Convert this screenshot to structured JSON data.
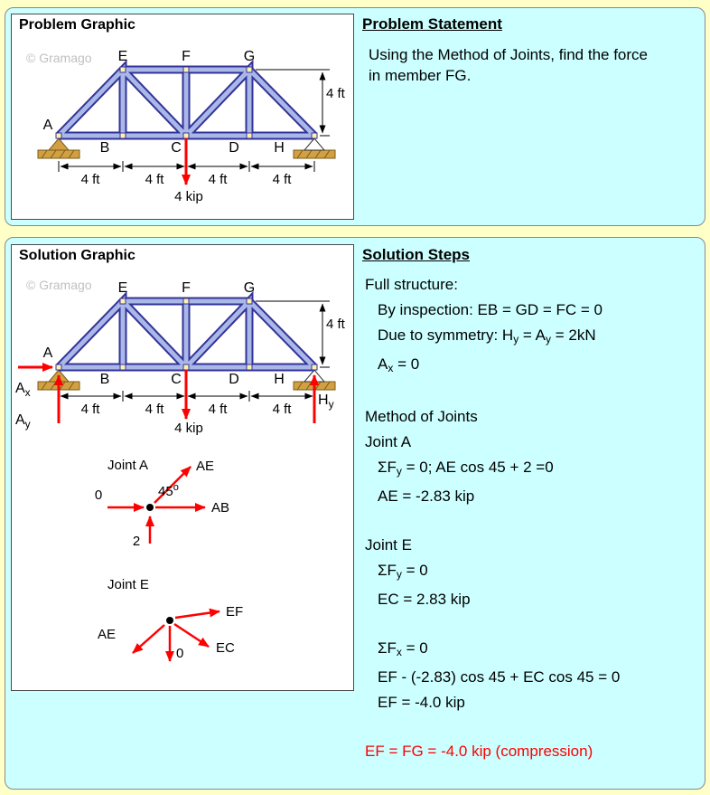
{
  "colors": {
    "page_bg": "#FFFFC8",
    "panel_bg": "#CCFFFF",
    "graphic_bg": "#FFFFFF",
    "red": "#FF0000",
    "member_outline": "#333399",
    "member_fill": "#AAB8E8",
    "support_tan": "#D2A043",
    "watermark_gray": "#C0C0C0"
  },
  "problem": {
    "graphic_title": "Problem Graphic",
    "watermark": "© Gramago",
    "statement_heading": "Problem Statement",
    "statement_text": "Using the Method of Joints, find the force in member FG.",
    "truss": {
      "label_A": "A",
      "label_B": "B",
      "label_C": "C",
      "label_D": "D",
      "label_H": "H",
      "label_E": "E",
      "label_F": "F",
      "label_G": "G",
      "dim1": "4 ft",
      "dim2": "4 ft",
      "dim3": "4 ft",
      "dim4": "4 ft",
      "dim_height": "4 ft",
      "load": "4 kip"
    }
  },
  "solution": {
    "graphic_title": "Solution Graphic",
    "watermark": "© Gramago",
    "steps_heading": "Solution Steps",
    "truss": {
      "label_A": "A",
      "label_B": "B",
      "label_C": "C",
      "label_D": "D",
      "label_H": "H",
      "label_E": "E",
      "label_F": "F",
      "label_G": "G",
      "dim1": "4 ft",
      "dim2": "4 ft",
      "dim3": "4 ft",
      "dim4": "4 ft",
      "dim_height": "4 ft",
      "load": "4 kip",
      "Ax_main": "A",
      "Ax_sub": "x",
      "Ay_main": "A",
      "Ay_sub": "y",
      "Hy_main": "H",
      "Hy_sub": "y"
    },
    "joint_a": {
      "title": "Joint A",
      "label_ae": "AE",
      "label_ab": "AB",
      "angle_main": "45",
      "angle_sup": "o",
      "label_zero": "0",
      "label_two": "2"
    },
    "joint_e": {
      "title": "Joint E",
      "label_ae": "AE",
      "label_ef": "EF",
      "label_ec": "EC",
      "label_zero": "0"
    },
    "steps_lines": [
      {
        "indent": 0,
        "segs": [
          {
            "t": "Full structure:"
          }
        ]
      },
      {
        "indent": 1,
        "segs": [
          {
            "t": "By inspection: EB = GD = FC = 0"
          }
        ]
      },
      {
        "indent": 1,
        "segs": [
          {
            "t": "Due to symmetry: H"
          },
          {
            "t": "y",
            "sub": true
          },
          {
            "t": " = A"
          },
          {
            "t": "y",
            "sub": true
          },
          {
            "t": " = 2kN"
          }
        ]
      },
      {
        "indent": 1,
        "segs": [
          {
            "t": "A"
          },
          {
            "t": "x",
            "sub": true
          },
          {
            "t": " = 0"
          }
        ]
      },
      {
        "blank": true
      },
      {
        "indent": 0,
        "segs": [
          {
            "t": "Method of Joints"
          }
        ]
      },
      {
        "indent": 0,
        "segs": [
          {
            "t": "Joint A"
          }
        ]
      },
      {
        "indent": 1,
        "segs": [
          {
            "t": "ΣF"
          },
          {
            "t": "y",
            "sub": true
          },
          {
            "t": " = 0; AE cos 45 + 2 =0"
          }
        ]
      },
      {
        "indent": 1,
        "segs": [
          {
            "t": "AE = -2.83 kip"
          }
        ]
      },
      {
        "blank": true
      },
      {
        "indent": 0,
        "segs": [
          {
            "t": "Joint E"
          }
        ]
      },
      {
        "indent": 1,
        "segs": [
          {
            "t": "ΣF"
          },
          {
            "t": "y",
            "sub": true
          },
          {
            "t": " = 0"
          }
        ]
      },
      {
        "indent": 1,
        "segs": [
          {
            "t": "EC = 2.83 kip"
          }
        ]
      },
      {
        "blank": true
      },
      {
        "indent": 1,
        "segs": [
          {
            "t": "ΣF"
          },
          {
            "t": "x",
            "sub": true
          },
          {
            "t": " = 0"
          }
        ]
      },
      {
        "indent": 1,
        "segs": [
          {
            "t": "EF - (-2.83) cos 45 + EC cos 45 = 0"
          }
        ]
      },
      {
        "indent": 1,
        "segs": [
          {
            "t": "EF = -4.0 kip"
          }
        ]
      },
      {
        "blank": true
      },
      {
        "indent": 0,
        "color": "#FF0000",
        "segs": [
          {
            "t": "EF = FG = -4.0 kip (compression)"
          }
        ]
      }
    ]
  }
}
